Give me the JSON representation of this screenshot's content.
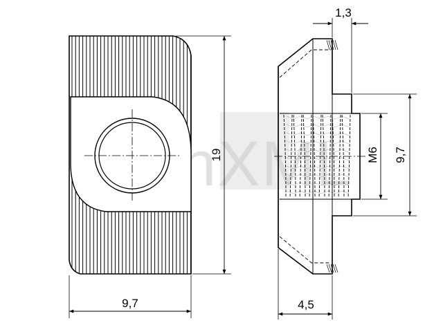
{
  "drawing": {
    "watermark": "TechXML",
    "dimensions": {
      "width_front": "9,7",
      "height_front": "19",
      "depth_side": "4,5",
      "top_step": "1,3",
      "thread": "M6",
      "height_side": "9,7"
    },
    "colors": {
      "line": "#000000",
      "background": "#ffffff",
      "watermark": "#c9c9c9"
    }
  }
}
